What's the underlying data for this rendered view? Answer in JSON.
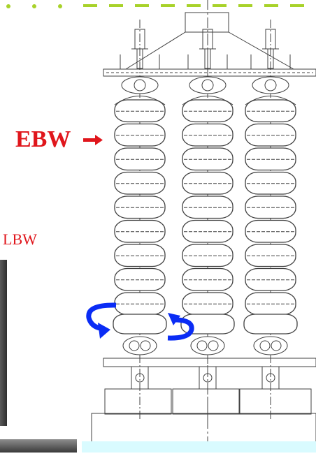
{
  "labels": {
    "ebw": "EBW",
    "lbw": "LBW"
  },
  "colors": {
    "label_red": "#e0161c",
    "arrow_red": "#e0161c",
    "arrow_blue": "#0a2cf5",
    "drawing_line": "#404040",
    "dash_green": "#a8d22a",
    "highlight_cyan": "#d9fbff"
  },
  "diagram": {
    "column_count": 3,
    "cells_per_column": 9,
    "icons": [
      "right-arrow-icon",
      "rotate-left-arrow-icon",
      "rotate-right-arrow-icon"
    ]
  }
}
